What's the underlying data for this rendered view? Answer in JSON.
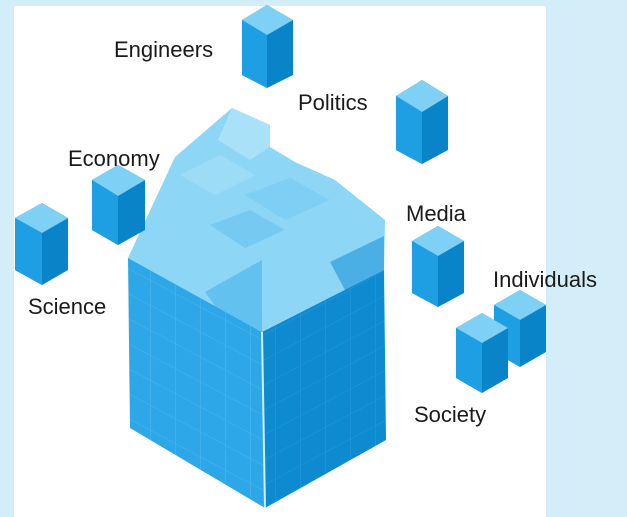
{
  "colors": {
    "background": "#d3eef8",
    "panel": "#ffffff",
    "cube_top": "#7fd0f5",
    "cube_left": "#1f9fe3",
    "cube_right": "#0a84c9",
    "cube_edge": "#5bbcef",
    "label_text": "#1a1a1a"
  },
  "labels": {
    "engineers": "Engineers",
    "politics": "Politics",
    "economy": "Economy",
    "media": "Media",
    "science": "Science",
    "individuals": "Individuals",
    "society": "Society"
  },
  "icons": {
    "central": "stacked-cubes-icon",
    "small": "cube-icon"
  }
}
